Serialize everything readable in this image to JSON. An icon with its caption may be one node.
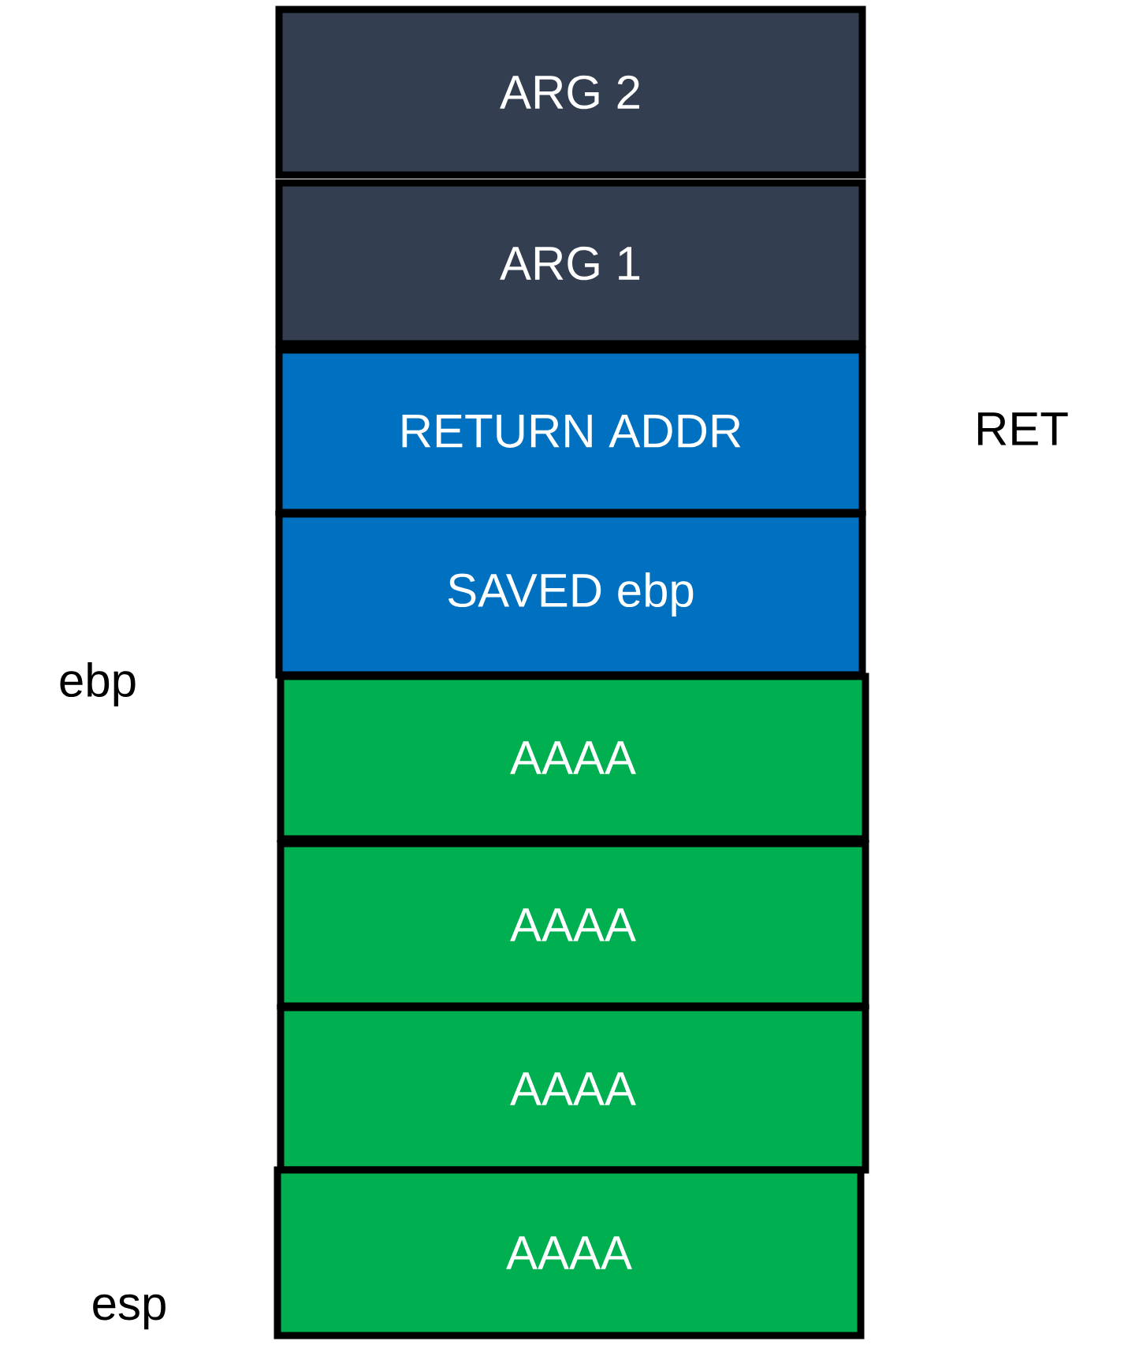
{
  "diagram": {
    "nodes": [
      {
        "text": [
          "ARG 2"
        ]
      },
      {
        "text": [
          "ARG 1"
        ]
      },
      {
        "text": [
          "RETURN ADDR"
        ]
      },
      {
        "text": [
          "SAVED ebp"
        ]
      },
      {
        "text": [
          "AAAA"
        ]
      },
      {
        "text": [
          "AAAA"
        ]
      },
      {
        "text": [
          "AAAA"
        ]
      },
      {
        "text": [
          "AAAA"
        ]
      }
    ],
    "labels": [
      "RET",
      "ebp",
      "esp"
    ]
  }
}
